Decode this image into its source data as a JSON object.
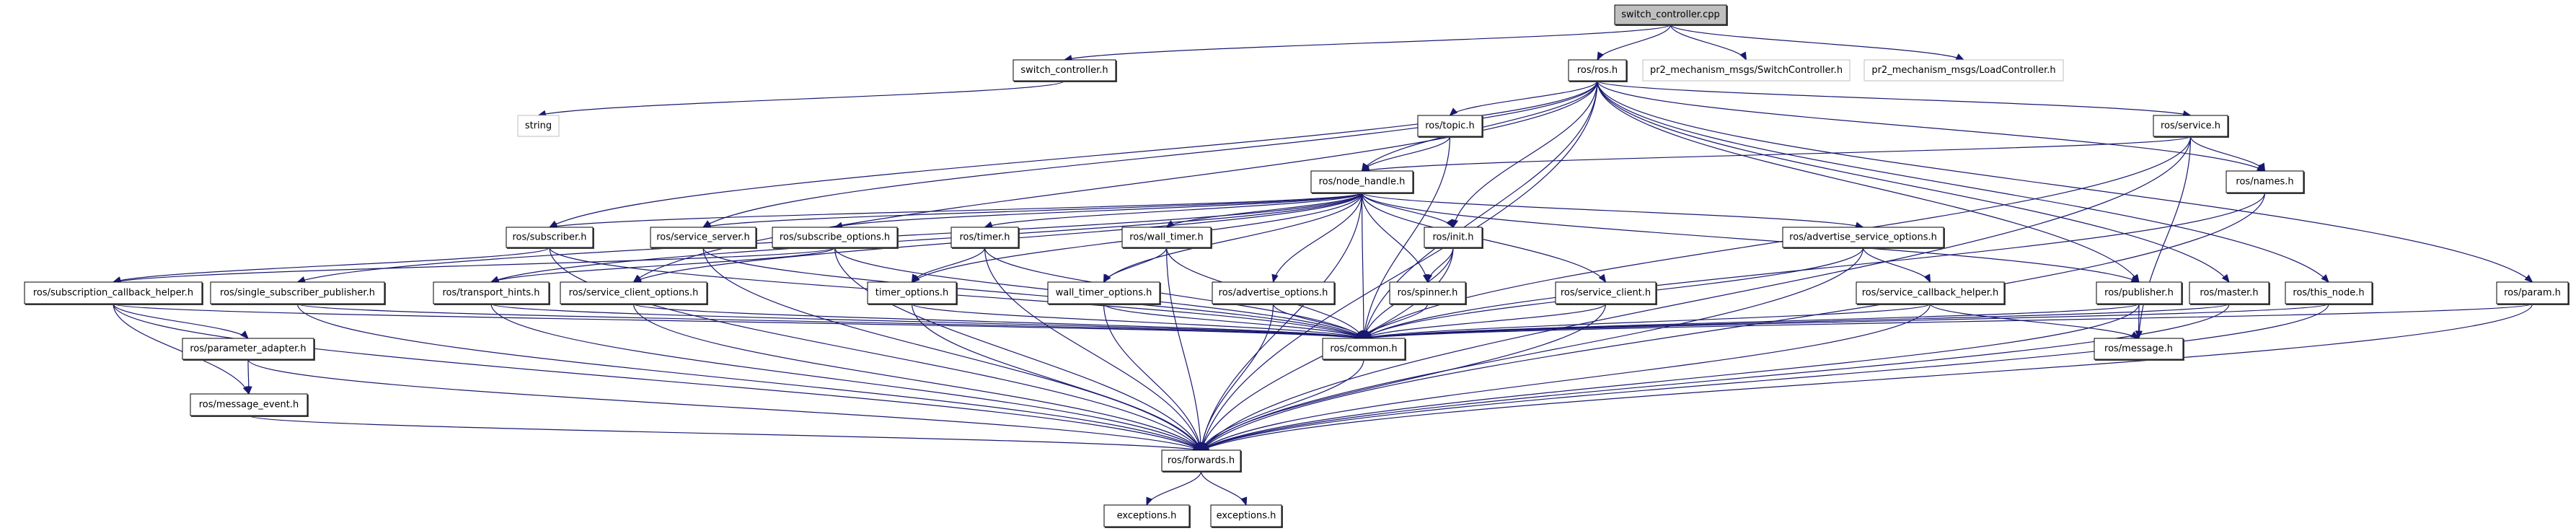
{
  "diagram": {
    "title": "switch_controller.cpp include dependency graph",
    "colors": {
      "edge": "#191970",
      "root_fill": "#bfbfbf",
      "node_border": "#000000",
      "external_border": "#bfbfbf"
    },
    "nodes": [
      {
        "id": "cpp",
        "label": "switch_controller.cpp",
        "kind": "root"
      },
      {
        "id": "sch",
        "label": "switch_controller.h",
        "kind": "normal"
      },
      {
        "id": "ros",
        "label": "ros/ros.h",
        "kind": "normal"
      },
      {
        "id": "swc",
        "label": "pr2_mechanism_msgs/SwitchController.h",
        "kind": "external"
      },
      {
        "id": "ldc",
        "label": "pr2_mechanism_msgs/LoadController.h",
        "kind": "external"
      },
      {
        "id": "str",
        "label": "string",
        "kind": "external"
      },
      {
        "id": "topic",
        "label": "ros/topic.h",
        "kind": "normal"
      },
      {
        "id": "service",
        "label": "ros/service.h",
        "kind": "normal"
      },
      {
        "id": "nh",
        "label": "ros/node_handle.h",
        "kind": "normal"
      },
      {
        "id": "names",
        "label": "ros/names.h",
        "kind": "normal"
      },
      {
        "id": "sub",
        "label": "ros/subscriber.h",
        "kind": "normal"
      },
      {
        "id": "ssrv",
        "label": "ros/service_server.h",
        "kind": "normal"
      },
      {
        "id": "subopt",
        "label": "ros/subscribe_options.h",
        "kind": "normal"
      },
      {
        "id": "timer",
        "label": "ros/timer.h",
        "kind": "normal"
      },
      {
        "id": "wtimer",
        "label": "ros/wall_timer.h",
        "kind": "normal"
      },
      {
        "id": "init",
        "label": "ros/init.h",
        "kind": "normal"
      },
      {
        "id": "aso",
        "label": "ros/advertise_service_options.h",
        "kind": "normal"
      },
      {
        "id": "sch2",
        "label": "ros/subscription_callback_helper.h",
        "kind": "normal"
      },
      {
        "id": "ssp",
        "label": "ros/single_subscriber_publisher.h",
        "kind": "normal"
      },
      {
        "id": "th",
        "label": "ros/transport_hints.h",
        "kind": "normal"
      },
      {
        "id": "sco",
        "label": "ros/service_client_options.h",
        "kind": "normal"
      },
      {
        "id": "to",
        "label": "timer_options.h",
        "kind": "normal"
      },
      {
        "id": "wto",
        "label": "wall_timer_options.h",
        "kind": "normal"
      },
      {
        "id": "ao",
        "label": "ros/advertise_options.h",
        "kind": "normal"
      },
      {
        "id": "spin",
        "label": "ros/spinner.h",
        "kind": "normal"
      },
      {
        "id": "sc",
        "label": "ros/service_client.h",
        "kind": "normal"
      },
      {
        "id": "scbh",
        "label": "ros/service_callback_helper.h",
        "kind": "normal"
      },
      {
        "id": "pub",
        "label": "ros/publisher.h",
        "kind": "normal"
      },
      {
        "id": "master",
        "label": "ros/master.h",
        "kind": "normal"
      },
      {
        "id": "tn",
        "label": "ros/this_node.h",
        "kind": "normal"
      },
      {
        "id": "param",
        "label": "ros/param.h",
        "kind": "normal"
      },
      {
        "id": "common",
        "label": "ros/common.h",
        "kind": "normal"
      },
      {
        "id": "msg",
        "label": "ros/message.h",
        "kind": "normal"
      },
      {
        "id": "pa",
        "label": "ros/parameter_adapter.h",
        "kind": "normal"
      },
      {
        "id": "me",
        "label": "ros/message_event.h",
        "kind": "normal"
      },
      {
        "id": "fwd",
        "label": "ros/forwards.h",
        "kind": "normal"
      },
      {
        "id": "exc1",
        "label": "exceptions.h",
        "kind": "normal"
      },
      {
        "id": "exc2",
        "label": "exceptions.h",
        "kind": "normal"
      }
    ],
    "edges": [
      [
        "cpp",
        "sch"
      ],
      [
        "cpp",
        "ros"
      ],
      [
        "cpp",
        "swc"
      ],
      [
        "cpp",
        "ldc"
      ],
      [
        "sch",
        "str"
      ],
      [
        "ros",
        "sub"
      ],
      [
        "ros",
        "topic"
      ],
      [
        "ros",
        "service"
      ],
      [
        "ros",
        "nh"
      ],
      [
        "ros",
        "names"
      ],
      [
        "ros",
        "init"
      ],
      [
        "ros",
        "common"
      ],
      [
        "ros",
        "ssrv"
      ],
      [
        "ros",
        "sco"
      ],
      [
        "ros",
        "pub"
      ],
      [
        "ros",
        "master"
      ],
      [
        "ros",
        "tn"
      ],
      [
        "ros",
        "param"
      ],
      [
        "ros",
        "fwd"
      ],
      [
        "topic",
        "nh"
      ],
      [
        "topic",
        "common"
      ],
      [
        "service",
        "nh"
      ],
      [
        "service",
        "names"
      ],
      [
        "service",
        "common"
      ],
      [
        "service",
        "msg"
      ],
      [
        "service",
        "fwd"
      ],
      [
        "nh",
        "sub"
      ],
      [
        "nh",
        "ssrv"
      ],
      [
        "nh",
        "subopt"
      ],
      [
        "nh",
        "timer"
      ],
      [
        "nh",
        "wtimer"
      ],
      [
        "nh",
        "init"
      ],
      [
        "nh",
        "aso"
      ],
      [
        "nh",
        "ssp"
      ],
      [
        "nh",
        "th"
      ],
      [
        "nh",
        "sco"
      ],
      [
        "nh",
        "to"
      ],
      [
        "nh",
        "wto"
      ],
      [
        "nh",
        "ao"
      ],
      [
        "nh",
        "spin"
      ],
      [
        "nh",
        "sc"
      ],
      [
        "nh",
        "pub"
      ],
      [
        "nh",
        "common"
      ],
      [
        "nh",
        "fwd"
      ],
      [
        "names",
        "common"
      ],
      [
        "names",
        "fwd"
      ],
      [
        "sub",
        "sch2"
      ],
      [
        "sub",
        "common"
      ],
      [
        "sub",
        "fwd"
      ],
      [
        "ssrv",
        "common"
      ],
      [
        "ssrv",
        "fwd"
      ],
      [
        "subopt",
        "sch2"
      ],
      [
        "subopt",
        "th"
      ],
      [
        "subopt",
        "common"
      ],
      [
        "subopt",
        "fwd"
      ],
      [
        "timer",
        "to"
      ],
      [
        "timer",
        "common"
      ],
      [
        "timer",
        "fwd"
      ],
      [
        "wtimer",
        "wto"
      ],
      [
        "wtimer",
        "common"
      ],
      [
        "wtimer",
        "fwd"
      ],
      [
        "init",
        "spin"
      ],
      [
        "init",
        "common"
      ],
      [
        "init",
        "fwd"
      ],
      [
        "aso",
        "scbh"
      ],
      [
        "aso",
        "common"
      ],
      [
        "aso",
        "fwd"
      ],
      [
        "sch2",
        "pa"
      ],
      [
        "sch2",
        "me"
      ],
      [
        "sch2",
        "common"
      ],
      [
        "sch2",
        "fwd"
      ],
      [
        "ssp",
        "common"
      ],
      [
        "ssp",
        "fwd"
      ],
      [
        "th",
        "common"
      ],
      [
        "th",
        "fwd"
      ],
      [
        "sco",
        "common"
      ],
      [
        "sco",
        "fwd"
      ],
      [
        "to",
        "common"
      ],
      [
        "to",
        "fwd"
      ],
      [
        "wto",
        "common"
      ],
      [
        "wto",
        "fwd"
      ],
      [
        "ao",
        "common"
      ],
      [
        "ao",
        "fwd"
      ],
      [
        "spin",
        "common"
      ],
      [
        "sc",
        "common"
      ],
      [
        "sc",
        "fwd"
      ],
      [
        "scbh",
        "common"
      ],
      [
        "scbh",
        "msg"
      ],
      [
        "scbh",
        "fwd"
      ],
      [
        "pub",
        "msg"
      ],
      [
        "pub",
        "common"
      ],
      [
        "pub",
        "fwd"
      ],
      [
        "master",
        "common"
      ],
      [
        "master",
        "fwd"
      ],
      [
        "tn",
        "common"
      ],
      [
        "tn",
        "fwd"
      ],
      [
        "param",
        "common"
      ],
      [
        "param",
        "fwd"
      ],
      [
        "common",
        "fwd"
      ],
      [
        "pa",
        "me"
      ],
      [
        "pa",
        "fwd"
      ],
      [
        "me",
        "fwd"
      ],
      [
        "fwd",
        "exc1"
      ],
      [
        "fwd",
        "exc2"
      ]
    ]
  }
}
